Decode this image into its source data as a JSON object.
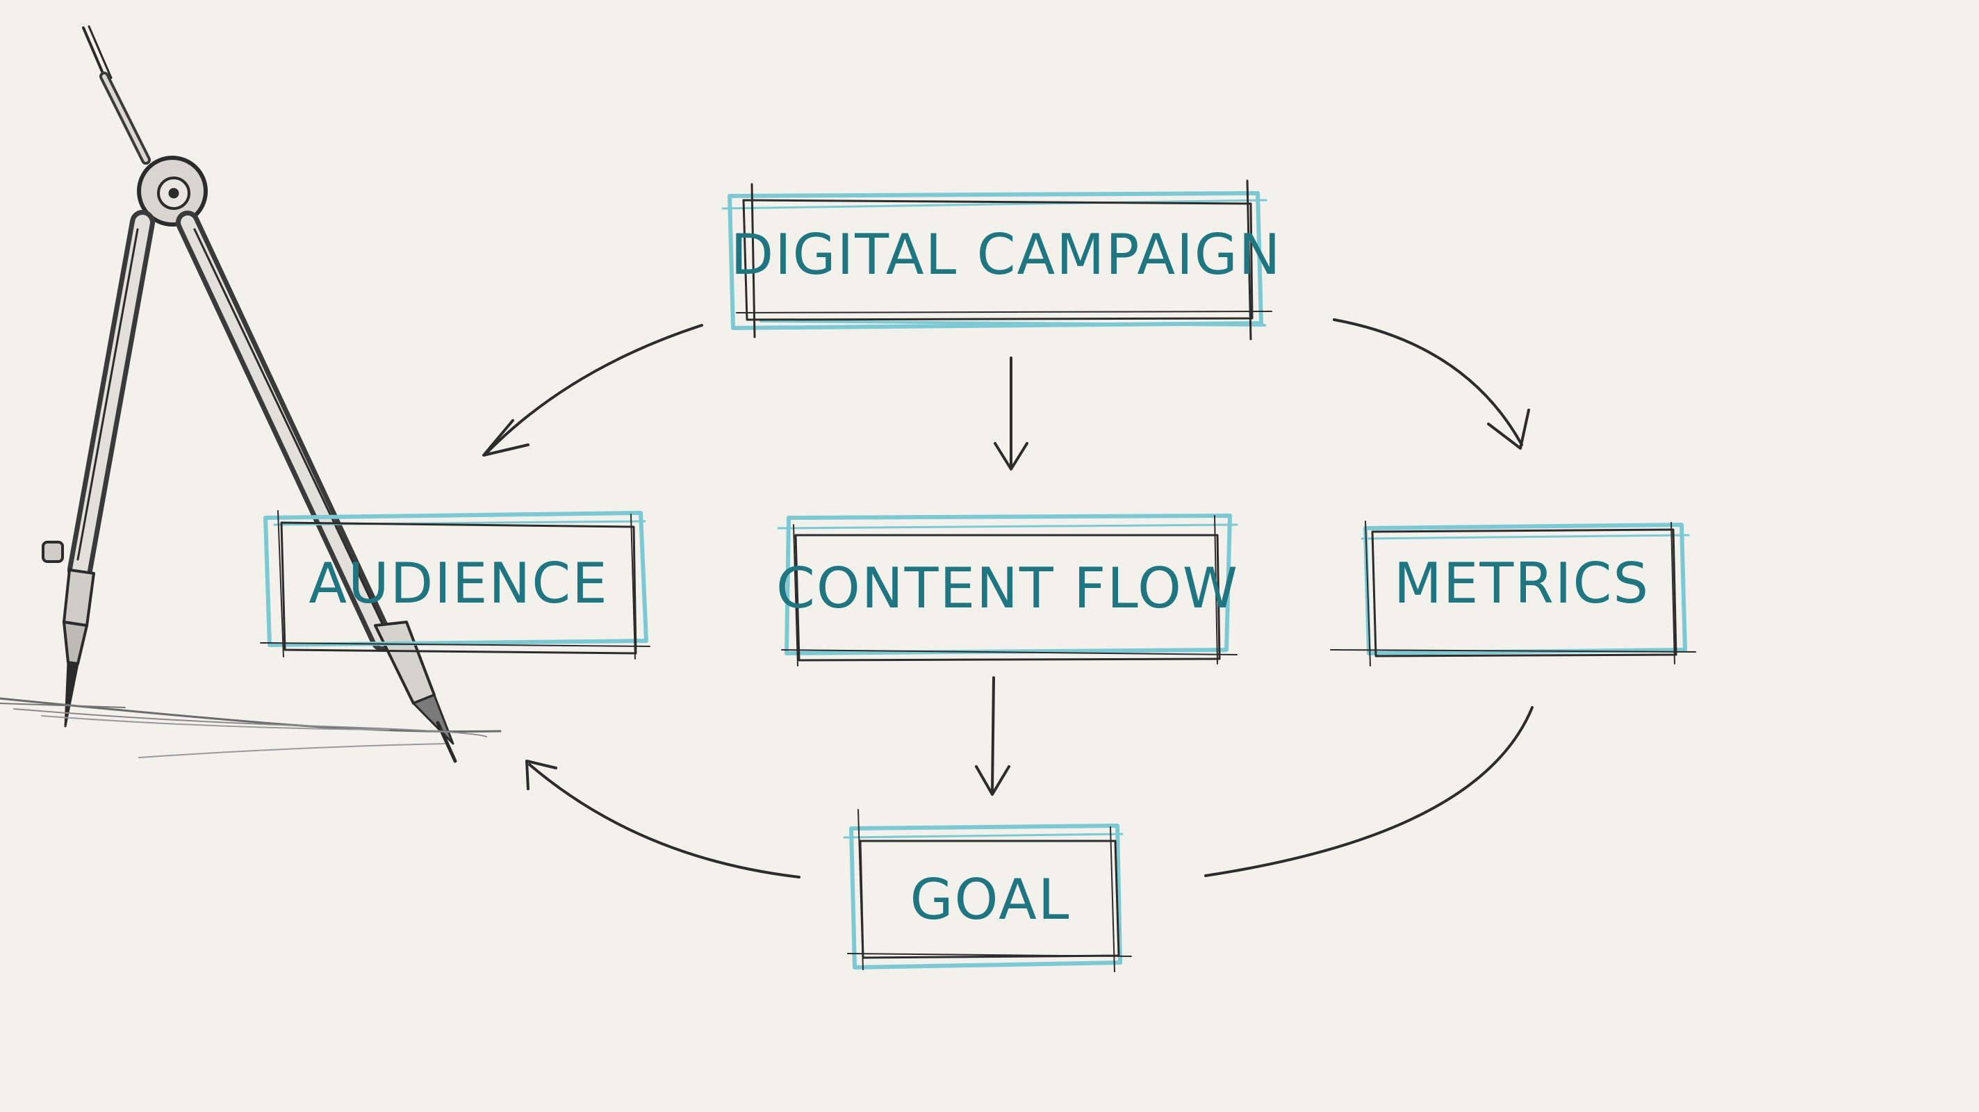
{
  "colors": {
    "paper": "#f3f1ec",
    "ink": "#2c2c2c",
    "teal": "#1f7580",
    "teal_light": "#7cc9d3"
  },
  "nodes": {
    "digital_campaign": "DIGITAL CAMPAIGN",
    "audience": "AUDIENCE",
    "content_flow": "CONTENT FLOW",
    "metrics": "METRICS",
    "goal": "GOAL"
  },
  "edges": [
    {
      "from": "DIGITAL CAMPAIGN",
      "to": "AUDIENCE"
    },
    {
      "from": "DIGITAL CAMPAIGN",
      "to": "CONTENT FLOW"
    },
    {
      "from": "DIGITAL CAMPAIGN",
      "to": "METRICS"
    },
    {
      "from": "CONTENT FLOW",
      "to": "GOAL"
    },
    {
      "from": "METRICS",
      "to": "GOAL"
    },
    {
      "from": "GOAL",
      "to": "AUDIENCE"
    }
  ],
  "decoration": {
    "illustration": "drafting-compass-icon"
  }
}
